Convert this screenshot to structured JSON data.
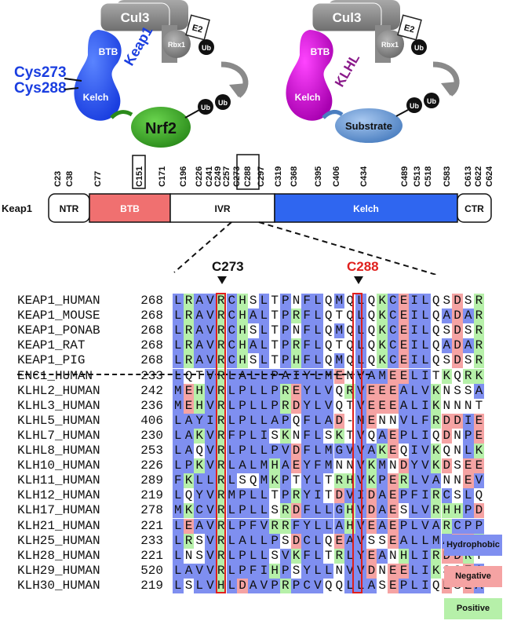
{
  "top_left_complex": {
    "cul3": "Cul3",
    "rbx1": "Rbx1",
    "e2": "E2",
    "ub": "Ub",
    "btb": "BTB",
    "kelch": "Kelch",
    "adaptor": "Keap1",
    "substrate": "Nrf2",
    "cys_a": "Cys273",
    "cys_b": "Cys288",
    "ub_chain": [
      "Ub",
      "Ub"
    ]
  },
  "top_right_complex": {
    "cul3": "Cul3",
    "rbx1": "Rbx1",
    "e2": "E2",
    "ub": "Ub",
    "btb": "BTB",
    "kelch": "Kelch",
    "adaptor": "KLHL",
    "substrate": "Substrate",
    "ub_chain": [
      "Ub",
      "Ub"
    ]
  },
  "domain_map": {
    "protein": "Keap1",
    "domains": [
      {
        "label": "NTR",
        "color": "#ffffff"
      },
      {
        "label": "BTB",
        "color": "#f07070"
      },
      {
        "label": "IVR",
        "color": "#ffffff"
      },
      {
        "label": "Kelch",
        "color": "#2f66f0"
      },
      {
        "label": "CTR",
        "color": "#ffffff"
      }
    ],
    "cysteines": [
      "C23",
      "C38",
      "C77",
      "C151",
      "C171",
      "C196",
      "C226",
      "C241",
      "C249",
      "C257",
      "C273",
      "C288",
      "C297",
      "C319",
      "C368",
      "C395",
      "C406",
      "C434",
      "C489",
      "C513",
      "C518",
      "C583",
      "C613",
      "C622",
      "C624"
    ],
    "boxed": [
      "C151",
      "C273",
      "C288"
    ]
  },
  "alignment": {
    "marker_a": "C273",
    "marker_b": "C288",
    "rows": [
      {
        "name": "KEAP1_HUMAN",
        "start": "268",
        "seq": "LRAVRCHSLTPNFLQMQLQKCEILQSDSR"
      },
      {
        "name": "KEAP1_MOUSE",
        "start": "268",
        "seq": "LRAVRCHALTPRFLQTQLQKCEILQADAR"
      },
      {
        "name": "KEAP1_PONAB",
        "start": "268",
        "seq": "LRAVRCHSLTPNFLQMQLQKCEILQSDSR"
      },
      {
        "name": "KEAP1_RAT",
        "start": "268",
        "seq": "LRAVRCHALTPRFLQTQLQKCEILQADAR"
      },
      {
        "name": "KEAP1_PIG",
        "start": "268",
        "seq": "LRAVRCHSLTPHFLQMQLQKCEILQSDSR"
      },
      {
        "name": "ENC1_HUMAN",
        "start": "233",
        "seq": "LQTVRLALLPAIYLMENVAMEELITKQRK"
      },
      {
        "name": "KLHL2_HUMAN",
        "start": "242",
        "seq": "MEHVRLPLLPREYLVQRVEEEALVKNSSA"
      },
      {
        "name": "KLHL3_HUMAN",
        "start": "236",
        "seq": "MEHVRLPLLPRDYLVQTVEEEALIKNNNT"
      },
      {
        "name": "KLHL5_HUMAN",
        "start": "406",
        "seq": "LAYIRLPLLAPQFLAD-MENNVLFRDDIE"
      },
      {
        "name": "KLHL7_HUMAN",
        "start": "230",
        "seq": "LAKVRFPLISKNFLSKTVQAEPLIQDNPE"
      },
      {
        "name": "KLHL8_HUMAN",
        "start": "253",
        "seq": "LAQVRLPLLPVDFLMGVVAKEQIVKQNLK"
      },
      {
        "name": "KLH10_HUMAN",
        "start": "226",
        "seq": "LPKVRLALMHAEYFMNNVKMNDYVKDSEE"
      },
      {
        "name": "KLH11_HUMAN",
        "start": "289",
        "seq": "FKLLRLSQMKPTYLTRHVKPERLVANNEV"
      },
      {
        "name": "KLH12_HUMAN",
        "start": "219",
        "seq": "LQYVRMPLLTPRYITDVIDAEPFIRCSLQ"
      },
      {
        "name": "KLH17_HUMAN",
        "start": "278",
        "seq": "MKCVRLPLLSRDFLLGHVDAESLVRHHPD"
      },
      {
        "name": "KLH21_HUMAN",
        "start": "221",
        "seq": "LEAVRLPFVRRFYLLAHVEAEPLVARCPP"
      },
      {
        "name": "KLH25_HUMAN",
        "start": "233",
        "seq": "LRSVRLALLPSDCLQEAVSSEALLMADER"
      },
      {
        "name": "KLH28_HUMAN",
        "start": "221",
        "seq": "LNSVRLPLLSVKFLTRLYEANHLIRDDRT"
      },
      {
        "name": "KLH29_HUMAN",
        "start": "520",
        "seq": "LAVVRLPFIHPSYLLNVVDNEELIKSSEA"
      },
      {
        "name": "KLH30_HUMAN",
        "start": "219",
        "seq": "LSLVHLDAVPRPCVQQLLASEPLIQESEA"
      }
    ]
  },
  "legend": {
    "items": [
      {
        "label": "Hydrophobic",
        "color": "#7f8ff0"
      },
      {
        "label": "Negative",
        "color": "#f5a3a3"
      },
      {
        "label": "Positive",
        "color": "#b6f0a9"
      }
    ]
  },
  "colors": {
    "hydrophobic": "#7f8ff0",
    "negative": "#f5a3a3",
    "positive": "#b6f0a9",
    "highlight_box": "#e0201d",
    "keap1_blue": "#2f56f0",
    "klhl_magenta": "#d20fd2",
    "nrf2_green": "#3aaa2a",
    "substrate_blue": "#5a8ed0",
    "cul3_gray": "#8a8a8a"
  }
}
